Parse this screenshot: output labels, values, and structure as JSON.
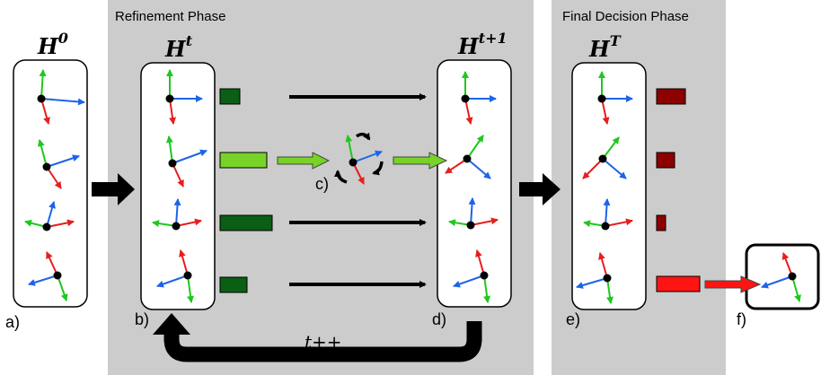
{
  "phases": {
    "refinement": "Refinement Phase",
    "final_decision": "Final Decision Phase"
  },
  "hypothesis_sets": {
    "h0": {
      "base": "H",
      "sup": "0"
    },
    "ht": {
      "base": "H",
      "sup": "t"
    },
    "ht1": {
      "base": "H",
      "sup": "t+1"
    },
    "hT": {
      "base": "H",
      "sup": "T"
    }
  },
  "labels": {
    "a": "a)",
    "b": "b)",
    "c": "c)",
    "d": "d)",
    "e": "e)",
    "f": "f)",
    "loop": "t++"
  },
  "colors": {
    "phase_bg": "#cccccc",
    "x_axis": "#1e64e6",
    "y_axis": "#1ec81e",
    "z_axis": "#e61e1e",
    "score_green_dark": "#0a5f14",
    "score_green_light": "#78d228",
    "score_red_dark": "#8c0000",
    "score_red_bright": "#ff1414",
    "arrow": "#000000"
  },
  "icons": {
    "frame": "coordinate-frame-icon",
    "rotate": "rotation-arrows-icon"
  }
}
